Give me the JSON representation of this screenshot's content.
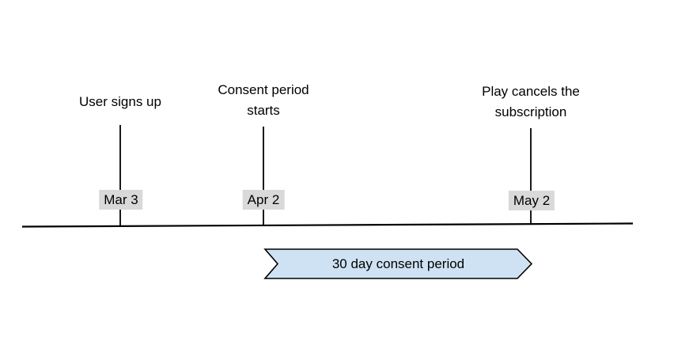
{
  "diagram": {
    "title_hint": "Subscription consent period timeline",
    "events": [
      {
        "label": "User signs up",
        "date": "Mar 3"
      },
      {
        "label": "Consent period\nstarts",
        "date": "Apr 2"
      },
      {
        "label": "Play cancels the\nsubscription",
        "date": "May 2"
      }
    ],
    "banner": {
      "label": "30 day consent period"
    },
    "colors": {
      "banner_fill": "#cfe2f3",
      "banner_stroke": "#000000",
      "date_label_bg": "#d9d9d9",
      "line": "#000000",
      "background": "#ffffff"
    }
  }
}
